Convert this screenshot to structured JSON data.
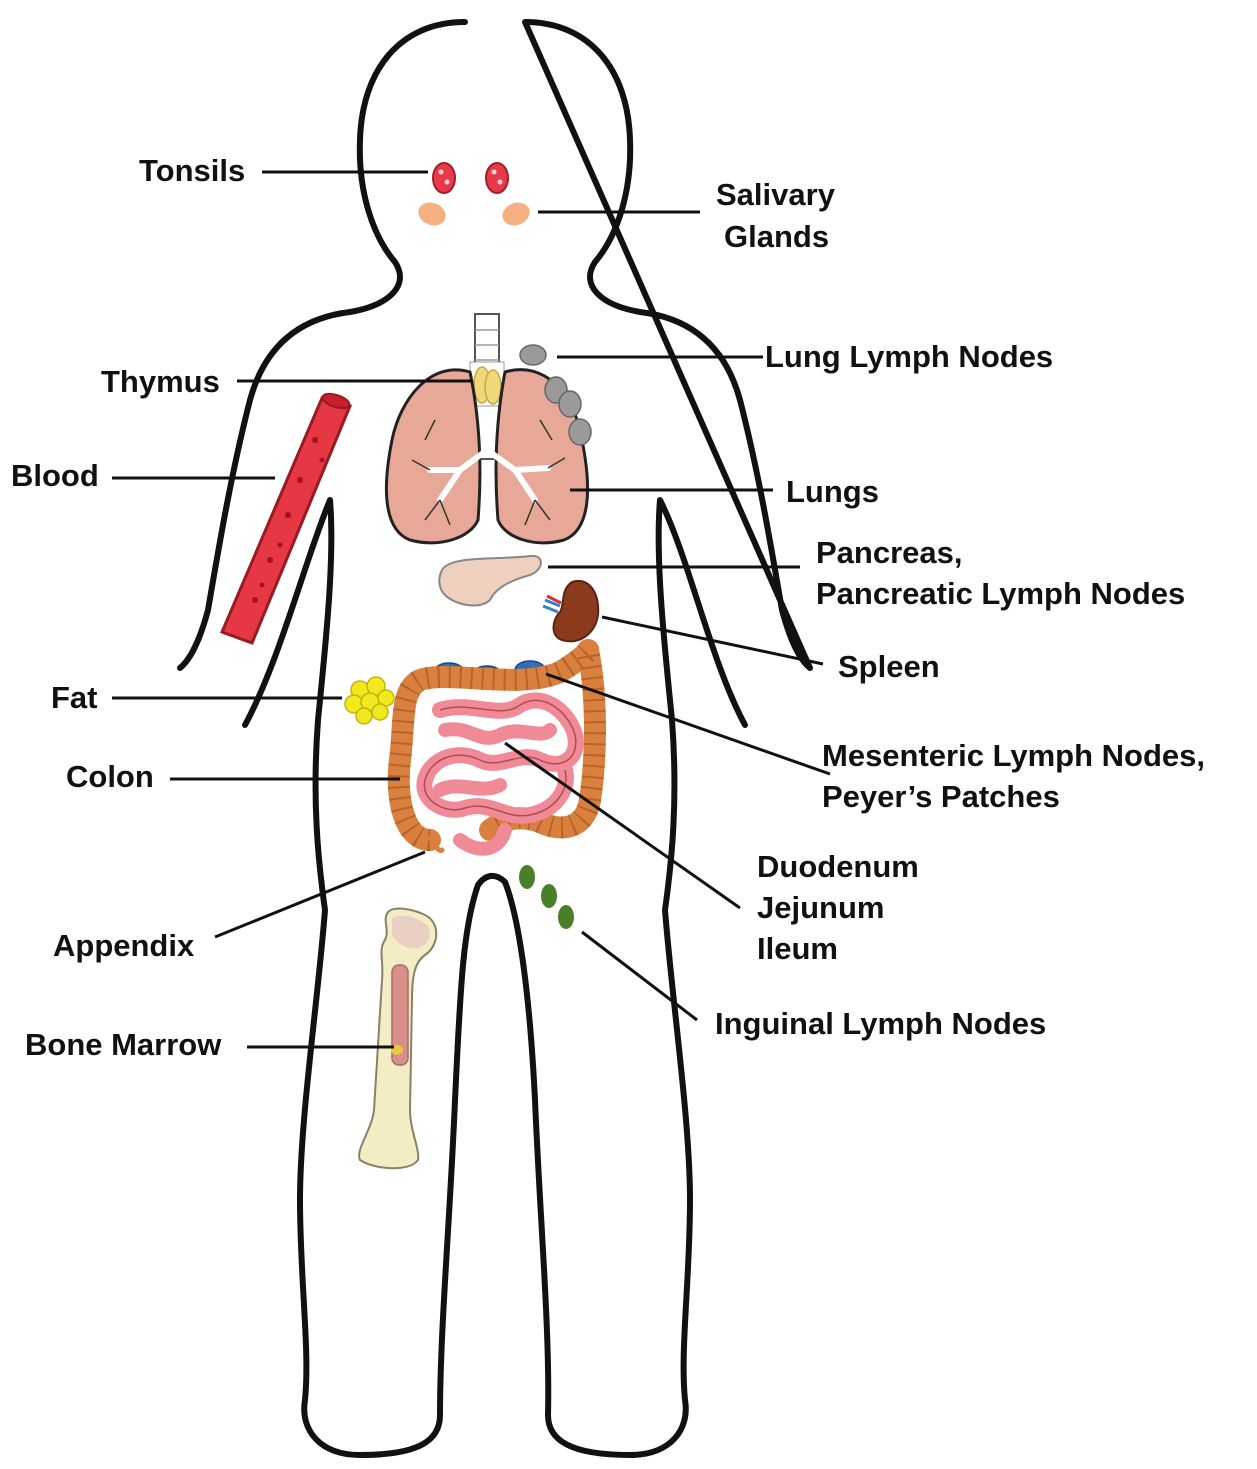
{
  "labels": {
    "tonsils": "Tonsils",
    "salivary_line1": "Salivary",
    "salivary_line2": "Glands",
    "thymus": "Thymus",
    "lung_lymph_nodes": "Lung Lymph Nodes",
    "blood": "Blood",
    "lungs": "Lungs",
    "pancreas_line1": "Pancreas,",
    "pancreas_line2": "Pancreatic Lymph Nodes",
    "spleen": "Spleen",
    "fat": "Fat",
    "mesenteric_line1": "Mesenteric Lymph Nodes,",
    "mesenteric_line2": "Peyer’s Patches",
    "colon": "Colon",
    "duodenum": "Duodenum",
    "jejunum": "Jejunum",
    "ileum": "Ileum",
    "appendix": "Appendix",
    "inguinal": "Inguinal Lymph Nodes",
    "bone_marrow": "Bone Marrow"
  },
  "colors": {
    "outline": "#111111",
    "tonsils": "#e8394a",
    "salivary": "#f4b080",
    "lung_nodes": "#9a9a9a",
    "lungs": "#e8a898",
    "blood": "#e53844",
    "pancreas": "#efcfbe",
    "spleen": "#8b3a1e",
    "fat": "#f2e81e",
    "mesenteric": "#2f6fb8",
    "colon": "#d9803e",
    "small_intestine": "#f08a96",
    "inguinal": "#4a7f2a",
    "bone": "#f3edc6",
    "marrow": "#d88f8a"
  }
}
